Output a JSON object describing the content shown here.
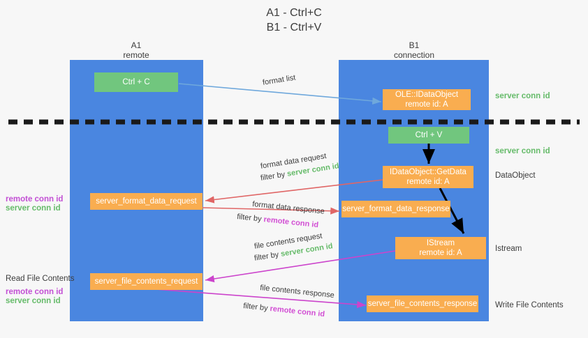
{
  "title": "A1 - Ctrl+C\nB1 - Ctrl+V",
  "colors": {
    "background": "#f7f7f7",
    "column": "#4a86e0",
    "green_box": "#71c67e",
    "orange_box": "#f9ad50",
    "divider": "#1a1a1a",
    "server_conn": "#66bb6a",
    "remote_conn": "#c24fd4",
    "arrow_blue": "#6fa8dc",
    "arrow_red": "#e06666",
    "arrow_magenta": "#cc44cc",
    "arrow_black": "#000000",
    "text": "#3c3c3c"
  },
  "columns": [
    {
      "name": "A1",
      "sub": "remote",
      "label": "A1\nremote"
    },
    {
      "name": "B1",
      "sub": "connection",
      "label": "B1\nconnection"
    }
  ],
  "boxes": {
    "ctrl_c": {
      "line1": "Ctrl + C",
      "style": "green"
    },
    "ctrl_v": {
      "line1": "Ctrl + V",
      "style": "green"
    },
    "ole_idataobject": {
      "line1": "OLE::IDataObject",
      "line2": "remote id: A",
      "style": "orange"
    },
    "getdata": {
      "line1": "IDataObject::GetData",
      "line2": "remote id: A",
      "style": "orange"
    },
    "istream": {
      "line1": "IStream",
      "line2": "remote id: A",
      "style": "orange"
    },
    "format_data_request": {
      "line1": "server_format_data_request",
      "style": "orange"
    },
    "format_data_response": {
      "line1": "server_format_data_response",
      "style": "orange"
    },
    "file_contents_request": {
      "line1": "server_file_contents_request",
      "style": "orange"
    },
    "file_contents_response": {
      "line1": "server_file_contents_response",
      "style": "orange"
    }
  },
  "right_labels": {
    "server_conn_id_top": "server conn id",
    "server_conn_id_mid": "server conn id",
    "dataobject": "DataObject",
    "istream": "Istream",
    "write_file_contents": "Write File Contents"
  },
  "left_labels": {
    "remote_conn_id_1": "remote conn id",
    "server_conn_id_1": "server conn id",
    "read_file_contents": "Read File Contents",
    "remote_conn_id_2": "remote conn id",
    "server_conn_id_2": "server conn id"
  },
  "arrow_labels": {
    "format_list": "format list",
    "format_data_request": "format data request",
    "format_data_request_filter_prefix": "filter by ",
    "format_data_request_filter_value": "server conn id",
    "format_data_response": "format data response",
    "format_data_response_filter_prefix": "filter by ",
    "format_data_response_filter_value": "remote conn id",
    "file_contents_request": "file contents request",
    "file_contents_request_filter_prefix": "filter by ",
    "file_contents_request_filter_value": "server conn id",
    "file_contents_response": "file contents response",
    "file_contents_response_filter_prefix": "filter by ",
    "file_contents_response_filter_value": "remote conn id"
  }
}
